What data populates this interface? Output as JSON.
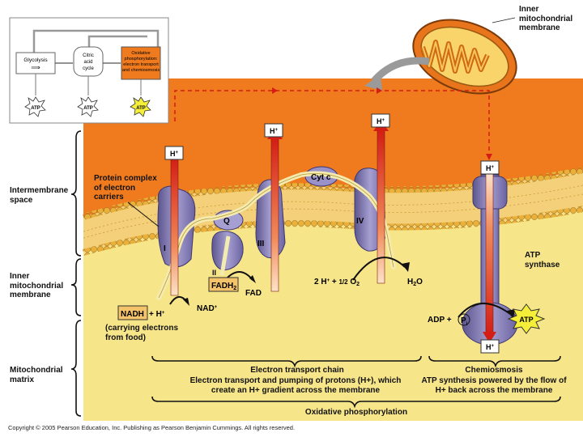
{
  "colors": {
    "intermembrane": "#f07b1f",
    "matrix": "#f7e58a",
    "membrane_head": "#e9a92a",
    "protein": "#8f86bf",
    "proton_arrow": "#d9231b",
    "electron_path": "#f3e9a8",
    "nadh_box": "#f5c36a"
  },
  "icons": [
    "mitochondrion-illustration",
    "atp-starburst-icon",
    "proton-arrow-icon"
  ],
  "overview": {
    "glycolysis": "Glycolysis",
    "citric_acid": "Citric acid cycle",
    "oxphos": "Oxidative phosphorylation: electron transport and chemiosmosis",
    "atp": "ATP"
  },
  "labels": {
    "inner_membrane_top": "Inner mitochondrial membrane",
    "intermembrane_space": "Intermembrane space",
    "inner_membrane_side": "Inner mitochondrial membrane",
    "matrix": "Mitochondrial matrix",
    "protein_complex": "Protein complex of electron carriers",
    "atp_synthase": "ATP synthase"
  },
  "complexes": {
    "I": "I",
    "II": "II",
    "III": "III",
    "IV": "IV",
    "Q": "Q",
    "cytc": "Cyt c"
  },
  "protons": {
    "h": "H",
    "plus": "+"
  },
  "reactions": {
    "fadh2": "FADH",
    "fadh2_sub": "2",
    "fad": "FAD",
    "nadh": "NADH",
    "plus_h": "+ H",
    "nad": "NAD",
    "carrying": "(carrying electrons from food)",
    "water_left": "2 H",
    "water_mid": " + ",
    "half": "1/2",
    "o2": "O",
    "o2_sub": "2",
    "h2o": "H",
    "h2o_sub": "2",
    "h2o_o": "O",
    "adp": "ADP +",
    "pi": "P",
    "pi_sub": "i",
    "atp": "ATP"
  },
  "footer": {
    "etc_title": "Electron transport chain",
    "etc_desc": "Electron transport and pumping of protons (H+), which create an H+ gradient across the membrane",
    "chemi_title": "Chemiosmosis",
    "chemi_desc": "ATP synthesis powered by the flow of H+ back across the membrane",
    "oxphos": "Oxidative phosphorylation"
  },
  "copyright": "Copyright © 2005 Pearson Education, Inc. Publishing as Pearson Benjamin Cummings. All rights reserved."
}
